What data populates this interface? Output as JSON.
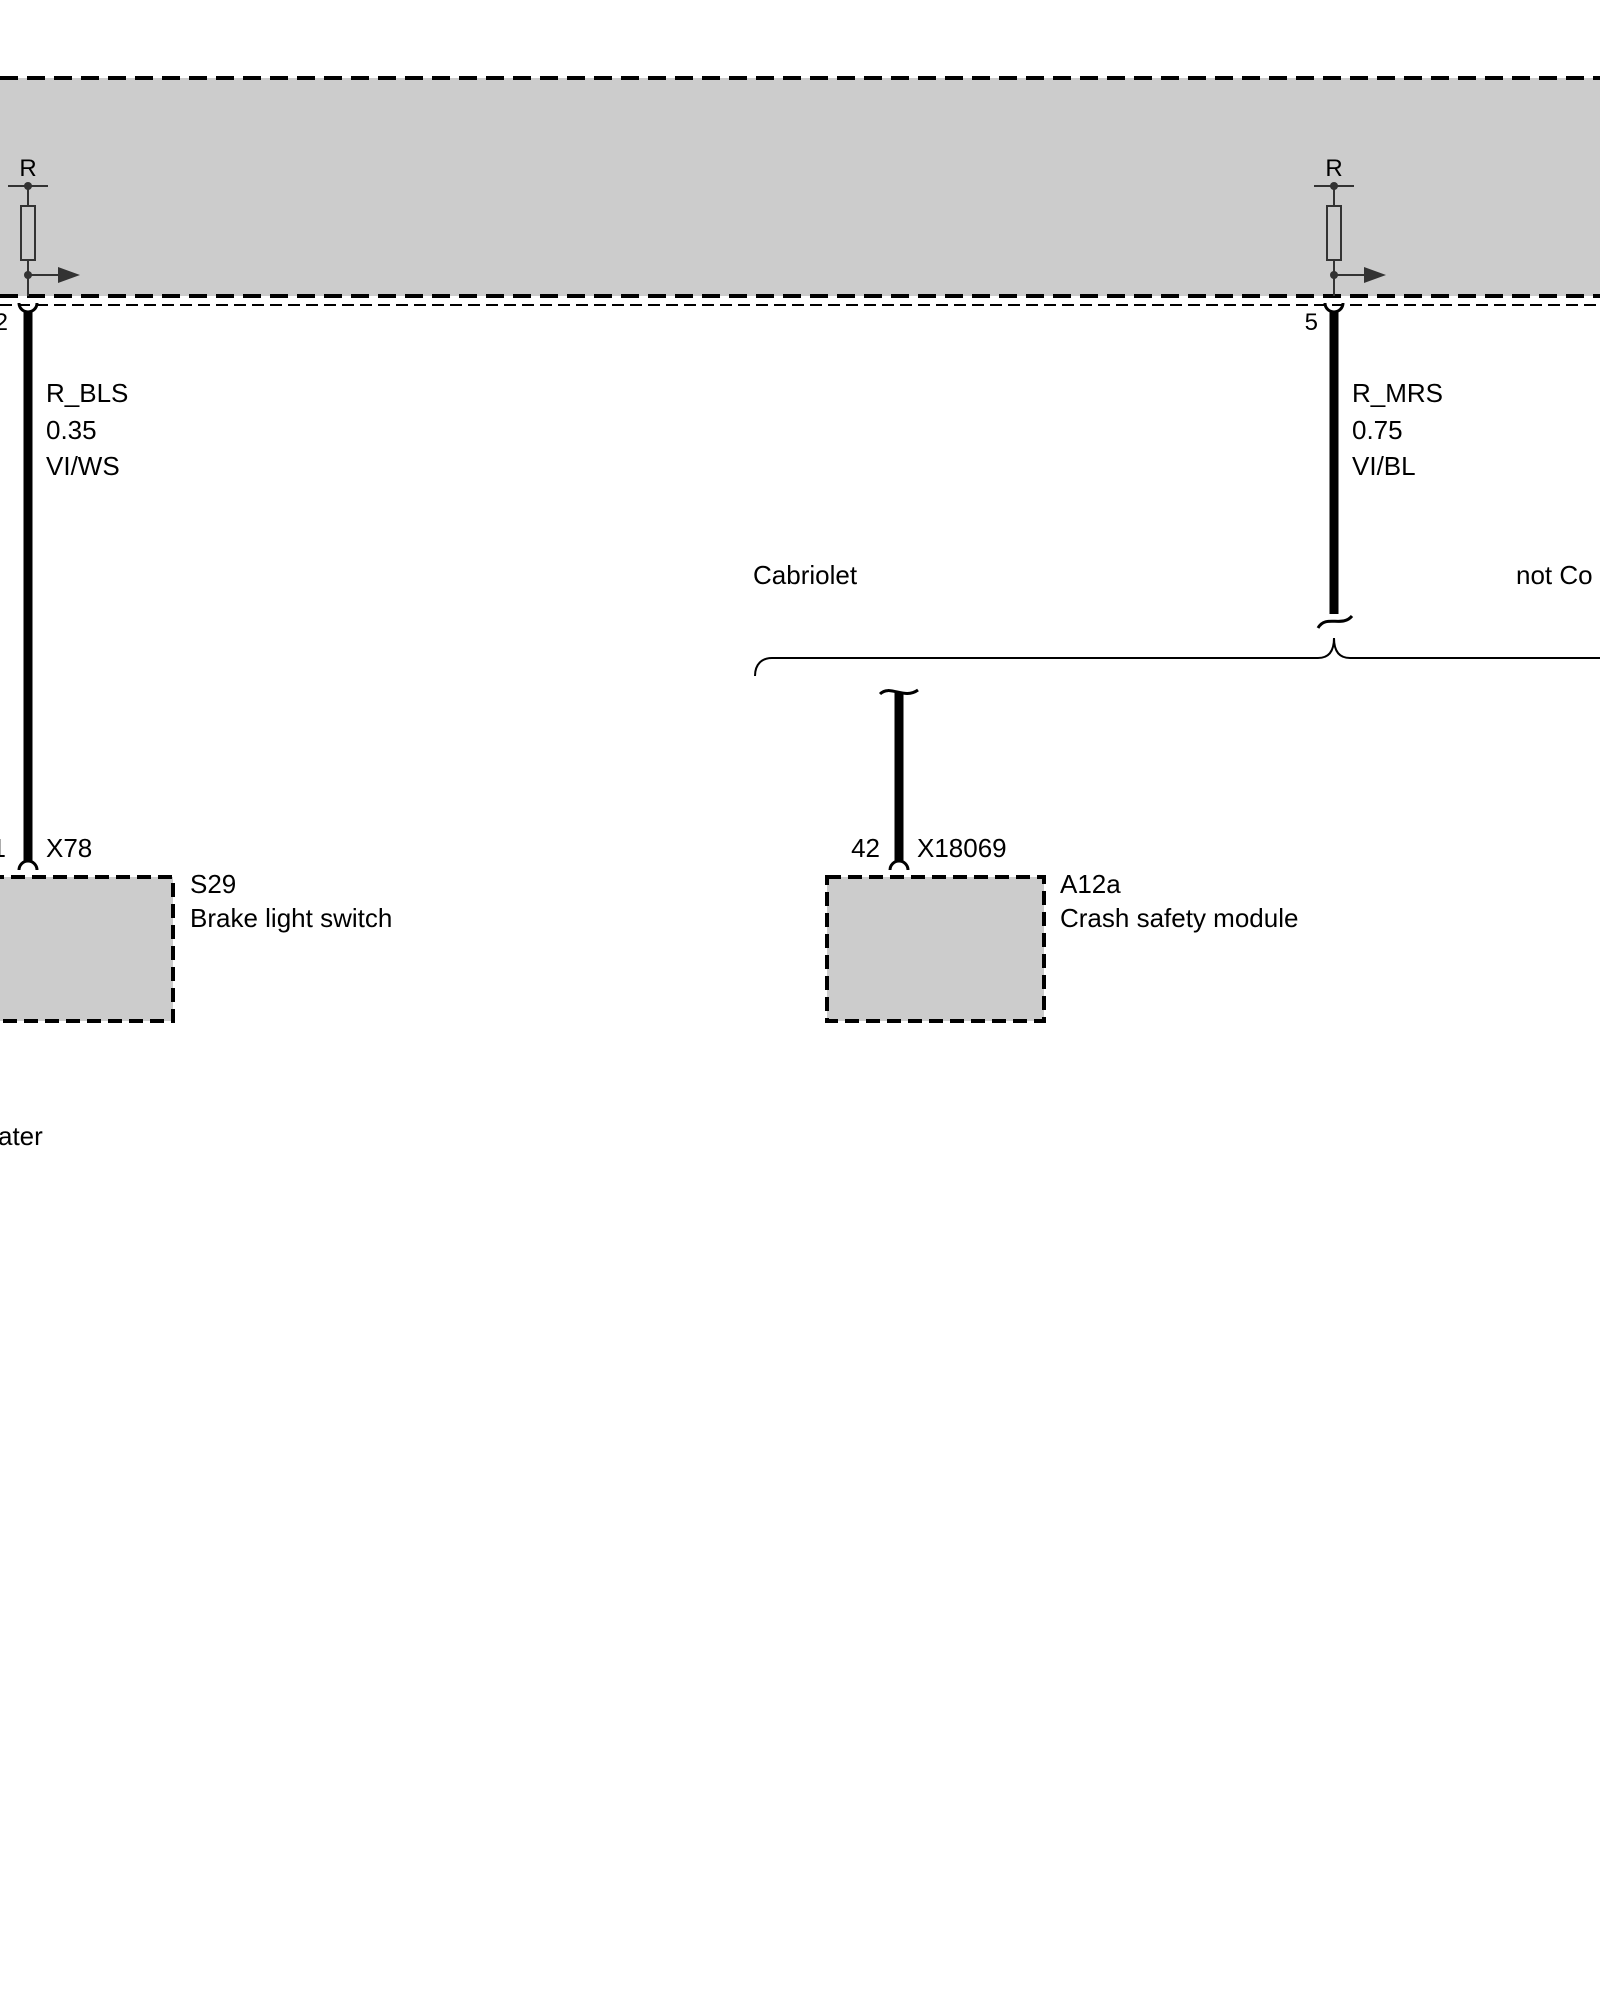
{
  "colors": {
    "module_fill": "#cccccc",
    "line": "#000000",
    "symbol_gray": "#333333"
  },
  "top_module": {
    "pin_a": {
      "pin": "2",
      "resistor_label": "R",
      "wire": {
        "signal": "R_BLS",
        "gauge": "0.35",
        "color": "VI/WS"
      }
    },
    "pin_b": {
      "pin": "5",
      "resistor_label": "R",
      "wire": {
        "signal": "R_MRS",
        "gauge": "0.75",
        "color": "VI/BL"
      }
    }
  },
  "variants": {
    "left": "Cabriolet",
    "right": "not Co"
  },
  "components": [
    {
      "pin": "1",
      "connector": "X78",
      "id": "S29",
      "name": "Brake light switch"
    },
    {
      "pin": "42",
      "connector": "X18069",
      "id": "A12a",
      "name": "Crash safety module"
    }
  ],
  "partial_label": "ater"
}
